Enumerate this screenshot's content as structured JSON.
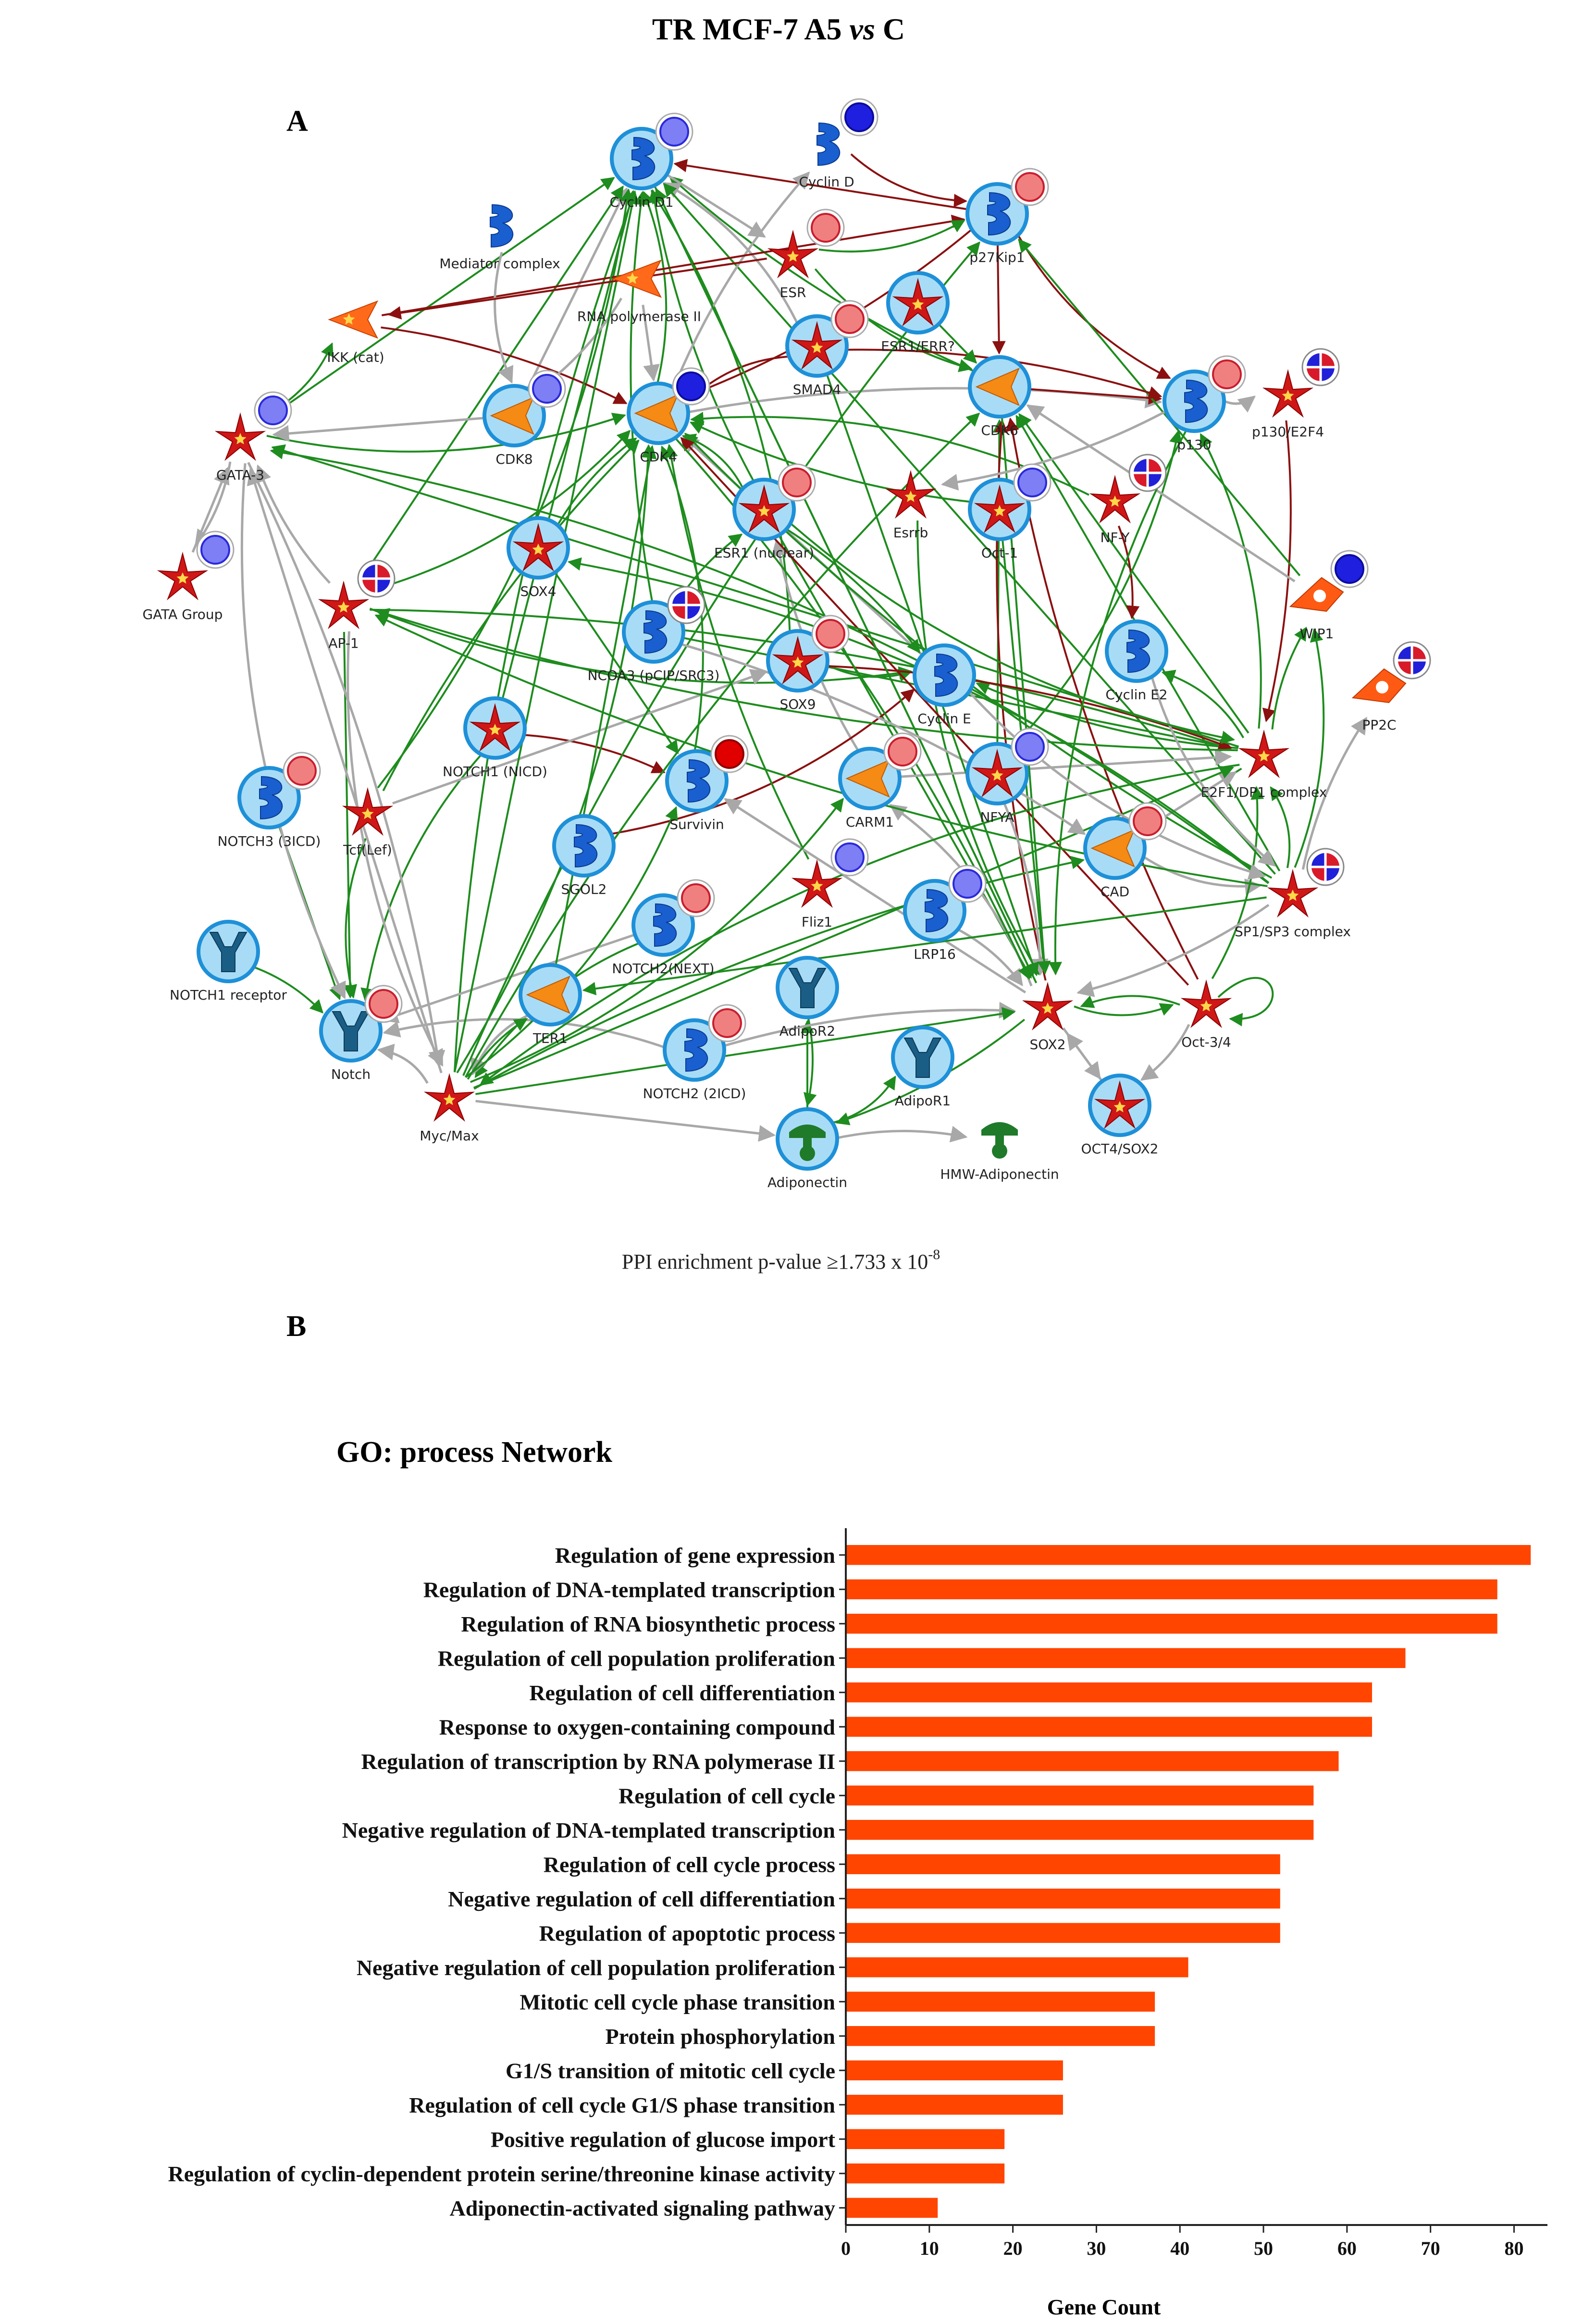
{
  "title": {
    "main": "TR MCF-7 A5 ",
    "vs": "vs",
    "tail": " C"
  },
  "panel_a": {
    "label": "A",
    "caption_text": "PPI enrichment p-value ≥1.733 x 10",
    "caption_sup": "-8",
    "nodes": [
      {
        "id": "cyclin-d1",
        "label": "Cyclin D1",
        "shape": "receptor",
        "status": "light-blue"
      },
      {
        "id": "cyclin-d",
        "label": "Cyclin D",
        "shape": "receptor",
        "status": "blue"
      },
      {
        "id": "p27kip1",
        "label": "p27Kip1",
        "shape": "receptor",
        "status": "red"
      },
      {
        "id": "mediator-complex",
        "label": "Mediator complex",
        "shape": "receptor",
        "status": "none"
      },
      {
        "id": "esr",
        "label": "ESR",
        "shape": "tf",
        "status": "red"
      },
      {
        "id": "rna-polymerase-ii",
        "label": "RNA polymerase II",
        "shape": "enzyme",
        "status": "none"
      },
      {
        "id": "esr1-errr",
        "label": "ESR1/ERR?",
        "shape": "tf",
        "status": "none"
      },
      {
        "id": "ikk-cat",
        "label": "IKK (cat)",
        "shape": "enzyme",
        "status": "none"
      },
      {
        "id": "smad4",
        "label": "SMAD4",
        "shape": "tf",
        "status": "red"
      },
      {
        "id": "cdk4",
        "label": "CDK4",
        "shape": "kinase",
        "status": "blue"
      },
      {
        "id": "cdk6",
        "label": "CDK6",
        "shape": "kinase",
        "status": "none"
      },
      {
        "id": "p130",
        "label": "p130",
        "shape": "receptor",
        "status": "red"
      },
      {
        "id": "p130-e2f4",
        "label": "p130/E2F4",
        "shape": "tf",
        "status": "mixed"
      },
      {
        "id": "cdk8",
        "label": "CDK8",
        "shape": "kinase",
        "status": "light-blue"
      },
      {
        "id": "gata-3",
        "label": "GATA-3",
        "shape": "tf",
        "status": "light-blue"
      },
      {
        "id": "esr1-nuclear",
        "label": "ESR1 (nuclear)",
        "shape": "tf",
        "status": "red"
      },
      {
        "id": "esrrb",
        "label": "Esrrb",
        "shape": "tf",
        "status": "none"
      },
      {
        "id": "oct-1",
        "label": "Oct-1",
        "shape": "tf",
        "status": "light-blue"
      },
      {
        "id": "nf-y",
        "label": "NF-Y",
        "shape": "tf",
        "status": "mixed"
      },
      {
        "id": "gata-group",
        "label": "GATA Group",
        "shape": "tf",
        "status": "light-blue"
      },
      {
        "id": "sox4",
        "label": "SOX4",
        "shape": "tf",
        "status": "none"
      },
      {
        "id": "ap-1",
        "label": "AP-1",
        "shape": "tf",
        "status": "mixed"
      },
      {
        "id": "ncoa3",
        "label": "NCOA3 (pCIP/SRC3)",
        "shape": "receptor",
        "status": "mixed"
      },
      {
        "id": "sox9",
        "label": "SOX9",
        "shape": "tf",
        "status": "red"
      },
      {
        "id": "cyclin-e",
        "label": "Cyclin E",
        "shape": "receptor",
        "status": "none"
      },
      {
        "id": "cyclin-e2",
        "label": "Cyclin E2",
        "shape": "receptor",
        "status": "none"
      },
      {
        "id": "wip1",
        "label": "WIP1",
        "shape": "phosphatase",
        "status": "blue"
      },
      {
        "id": "pp2c",
        "label": "PP2C",
        "shape": "phosphatase",
        "status": "mixed"
      },
      {
        "id": "notch1-nicd",
        "label": "NOTCH1 (NICD)",
        "shape": "tf",
        "status": "none"
      },
      {
        "id": "notch3-3icd",
        "label": "NOTCH3 (3ICD)",
        "shape": "receptor",
        "status": "red"
      },
      {
        "id": "tcf-lef",
        "label": "Tcf(Lef)",
        "shape": "tf",
        "status": "none"
      },
      {
        "id": "survivin",
        "label": "Survivin",
        "shape": "receptor",
        "status": "dark-red"
      },
      {
        "id": "carm1",
        "label": "CARM1",
        "shape": "kinase",
        "status": "red"
      },
      {
        "id": "nfya",
        "label": "NFYA",
        "shape": "tf",
        "status": "light-blue"
      },
      {
        "id": "e2f1-dp1",
        "label": "E2F1/DP1 complex",
        "shape": "tf",
        "status": "none"
      },
      {
        "id": "sgol2",
        "label": "SGOL2",
        "shape": "receptor",
        "status": "none"
      },
      {
        "id": "fliz1",
        "label": "Fliz1",
        "shape": "tf",
        "status": "light-blue"
      },
      {
        "id": "cad",
        "label": "CAD",
        "shape": "kinase",
        "status": "red"
      },
      {
        "id": "sp1-sp3",
        "label": "SP1/SP3 complex",
        "shape": "tf",
        "status": "mixed"
      },
      {
        "id": "notch1-receptor",
        "label": "NOTCH1 receptor",
        "shape": "ychain",
        "status": "none"
      },
      {
        "id": "notch2-next",
        "label": "NOTCH2(NEXT)",
        "shape": "receptor",
        "status": "red"
      },
      {
        "id": "lrp16",
        "label": "LRP16",
        "shape": "receptor",
        "status": "light-blue"
      },
      {
        "id": "ter1",
        "label": "TER1",
        "shape": "kinase",
        "status": "none"
      },
      {
        "id": "adipor2",
        "label": "AdipoR2",
        "shape": "ychain",
        "status": "none"
      },
      {
        "id": "sox2",
        "label": "SOX2",
        "shape": "tf",
        "status": "none"
      },
      {
        "id": "oct-3-4",
        "label": "Oct-3/4",
        "shape": "tf",
        "status": "none"
      },
      {
        "id": "notch",
        "label": "Notch",
        "shape": "ychain",
        "status": "red"
      },
      {
        "id": "notch2-2icd",
        "label": "NOTCH2 (2ICD)",
        "shape": "receptor",
        "status": "red"
      },
      {
        "id": "adipor1",
        "label": "AdipoR1",
        "shape": "ychain",
        "status": "none"
      },
      {
        "id": "oct4-sox2",
        "label": "OCT4/SOX2",
        "shape": "tf",
        "status": "none"
      },
      {
        "id": "myc-max",
        "label": "Myc/Max",
        "shape": "tf",
        "status": "none"
      },
      {
        "id": "adiponectin",
        "label": "Adiponectin",
        "shape": "ligand",
        "status": "none"
      },
      {
        "id": "hmw-adiponectin",
        "label": "HMW-Adiponectin",
        "shape": "ligand",
        "status": "none"
      }
    ],
    "edges": [
      [
        "cdk4",
        "cyclin-d1",
        "green"
      ],
      [
        "cdk6",
        "cyclin-d1",
        "green"
      ],
      [
        "cdk8",
        "cyclin-d1",
        "gray"
      ],
      [
        "sox9",
        "cyclin-d1",
        "green"
      ],
      [
        "esr1-nuclear",
        "cyclin-d1",
        "green"
      ],
      [
        "ap-1",
        "cyclin-d1",
        "green"
      ],
      [
        "tcf-lef",
        "cyclin-d1",
        "green"
      ],
      [
        "myc-max",
        "cyclin-d1",
        "green"
      ],
      [
        "p27kip1",
        "cyclin-d1",
        "darkred"
      ],
      [
        "smad4",
        "cyclin-d1",
        "gray"
      ],
      [
        "ncoa3",
        "cyclin-d1",
        "green"
      ],
      [
        "sp1-sp3",
        "cyclin-d1",
        "green"
      ],
      [
        "cyclin-d",
        "p27kip1",
        "darkred"
      ],
      [
        "cdk4",
        "cyclin-d",
        "gray"
      ],
      [
        "cyclin-d1",
        "esr",
        "gray"
      ],
      [
        "esr",
        "cdk6",
        "green"
      ],
      [
        "p27kip1",
        "cdk4",
        "darkred"
      ],
      [
        "p27kip1",
        "cdk6",
        "darkred"
      ],
      [
        "p27kip1",
        "p130",
        "darkred"
      ],
      [
        "cdk4",
        "p130",
        "gray"
      ],
      [
        "cdk6",
        "p130",
        "darkred"
      ],
      [
        "p130",
        "p130-e2f4",
        "gray"
      ],
      [
        "p130-e2f4",
        "e2f1-dp1",
        "darkred"
      ],
      [
        "cyclin-e",
        "cdk4",
        "gray"
      ],
      [
        "e2f1-dp1",
        "cyclin-e2",
        "green"
      ],
      [
        "e2f1-dp1",
        "cyclin-e",
        "green"
      ],
      [
        "e2f1-dp1",
        "cdk6",
        "green"
      ],
      [
        "e2f1-dp1",
        "p130",
        "green"
      ],
      [
        "e2f1-dp1",
        "wip1",
        "green"
      ],
      [
        "e2f1-dp1",
        "cad",
        "green"
      ],
      [
        "sp1-sp3",
        "e2f1-dp1",
        "green"
      ],
      [
        "sp1-sp3",
        "cdk4",
        "green"
      ],
      [
        "sp1-sp3",
        "cdk6",
        "green"
      ],
      [
        "sp1-sp3",
        "wip1",
        "green"
      ],
      [
        "sp1-sp3",
        "pp2c",
        "gray"
      ],
      [
        "wip1",
        "p27kip1",
        "green"
      ],
      [
        "gata-3",
        "cdk4",
        "green"
      ],
      [
        "gata-3",
        "gata-group",
        "gray"
      ],
      [
        "gata-3",
        "cyclin-d1",
        "green"
      ],
      [
        "gata-3",
        "ikk-cat",
        "green"
      ],
      [
        "ikk-cat",
        "cdk4",
        "darkred"
      ],
      [
        "ikk-cat",
        "p27kip1",
        "darkred"
      ],
      [
        "mediator-complex",
        "cdk8",
        "gray"
      ],
      [
        "rna-polymerase-ii",
        "cdk8",
        "gray"
      ],
      [
        "rna-polymerase-ii",
        "cdk4",
        "gray"
      ],
      [
        "smad4",
        "cdk4",
        "darkred"
      ],
      [
        "smad4",
        "p130",
        "darkred"
      ],
      [
        "esr1-errr",
        "cdk6",
        "green"
      ],
      [
        "esr1-nuclear",
        "cdk4",
        "green"
      ],
      [
        "esr1-nuclear",
        "cyclin-e",
        "green"
      ],
      [
        "esr1-nuclear",
        "sox2",
        "green"
      ],
      [
        "esrrb",
        "sox2",
        "green"
      ],
      [
        "oct-1",
        "cdk4",
        "green"
      ],
      [
        "oct-1",
        "sox2",
        "green"
      ],
      [
        "nf-y",
        "cdk4",
        "green"
      ],
      [
        "nf-y",
        "cyclin-e2",
        "darkred"
      ],
      [
        "nfya",
        "cdk6",
        "green"
      ],
      [
        "nfya",
        "p130",
        "green"
      ],
      [
        "sox4",
        "cdk4",
        "green"
      ],
      [
        "sox4",
        "survivin",
        "green"
      ],
      [
        "ap-1",
        "cdk4",
        "green"
      ],
      [
        "ap-1",
        "e2f1-dp1",
        "green"
      ],
      [
        "ap-1",
        "notch",
        "green"
      ],
      [
        "ap-1",
        "cyclin-e",
        "green"
      ],
      [
        "ncoa3",
        "esr1-nuclear",
        "green"
      ],
      [
        "ncoa3",
        "e2f1-dp1",
        "green"
      ],
      [
        "sox9",
        "cyclin-e",
        "green"
      ],
      [
        "sox9",
        "e2f1-dp1",
        "darkred"
      ],
      [
        "notch1-nicd",
        "cyclin-d1",
        "green"
      ],
      [
        "notch1-nicd",
        "notch",
        "green"
      ],
      [
        "notch1-nicd",
        "survivin",
        "darkred"
      ],
      [
        "notch3-3icd",
        "notch",
        "green"
      ],
      [
        "tcf-lef",
        "notch",
        "green"
      ],
      [
        "tcf-lef",
        "cdk4",
        "green"
      ],
      [
        "tcf-lef",
        "sox9",
        "gray"
      ],
      [
        "survivin",
        "cdk4",
        "green"
      ],
      [
        "carm1",
        "esr1-nuclear",
        "gray"
      ],
      [
        "carm1",
        "e2f1-dp1",
        "gray"
      ],
      [
        "sgol2",
        "cyclin-e",
        "darkred"
      ],
      [
        "fliz1",
        "cdk4",
        "green"
      ],
      [
        "cad",
        "e2f1-dp1",
        "gray"
      ],
      [
        "cad",
        "sp1-sp3",
        "gray"
      ],
      [
        "notch1-receptor",
        "notch",
        "green"
      ],
      [
        "notch2-next",
        "notch",
        "gray"
      ],
      [
        "notch2-next",
        "myc-max",
        "green"
      ],
      [
        "lrp16",
        "sox2",
        "gray"
      ],
      [
        "ter1",
        "cdk4",
        "green"
      ],
      [
        "ter1",
        "myc-max",
        "gray"
      ],
      [
        "adipor2",
        "adiponectin",
        "green"
      ],
      [
        "adiponectin",
        "adipor2",
        "green"
      ],
      [
        "adiponectin",
        "adipor1",
        "green"
      ],
      [
        "adiponectin",
        "hmw-adiponectin",
        "gray"
      ],
      [
        "sox2",
        "cyclin-d1",
        "green"
      ],
      [
        "sox2",
        "oct-3-4",
        "green"
      ],
      [
        "sox2",
        "cdk6",
        "darkred"
      ],
      [
        "sox2",
        "survivin",
        "gray"
      ],
      [
        "sox2",
        "carm1",
        "gray"
      ],
      [
        "sox2",
        "adiponectin",
        "green"
      ],
      [
        "sox2",
        "oct4-sox2",
        "gray"
      ],
      [
        "oct-3-4",
        "sox2",
        "green"
      ],
      [
        "oct-3-4",
        "oct4-sox2",
        "gray"
      ],
      [
        "oct-3-4",
        "cdk4",
        "darkred"
      ],
      [
        "oct-3-4",
        "e2f1-dp1",
        "green"
      ],
      [
        "oct-3-4",
        "cdk6",
        "darkred"
      ],
      [
        "oct4-sox2",
        "sox2",
        "gray"
      ],
      [
        "notch2-2icd",
        "notch",
        "gray"
      ],
      [
        "notch2-2icd",
        "sox2",
        "gray"
      ],
      [
        "myc-max",
        "cyclin-d1",
        "green"
      ],
      [
        "myc-max",
        "cdk4",
        "green"
      ],
      [
        "myc-max",
        "cdk6",
        "green"
      ],
      [
        "myc-max",
        "e2f1-dp1",
        "green"
      ],
      [
        "myc-max",
        "survivin",
        "green"
      ],
      [
        "myc-max",
        "ter1",
        "green"
      ],
      [
        "myc-max",
        "sox2",
        "green"
      ],
      [
        "myc-max",
        "carm1",
        "green"
      ],
      [
        "myc-max",
        "cad",
        "green"
      ],
      [
        "myc-max",
        "adiponectin",
        "gray"
      ],
      [
        "myc-max",
        "notch",
        "gray"
      ],
      [
        "myc-max",
        "p27kip1",
        "green"
      ],
      [
        "myc-max",
        "gata-3",
        "gray"
      ],
      [
        "e2f1-dp1",
        "myc-max",
        "green"
      ],
      [
        "e2f1-dp1",
        "ap-1",
        "green"
      ],
      [
        "e2f1-dp1",
        "gata-3",
        "green"
      ],
      [
        "sp1-sp3",
        "gata-3",
        "green"
      ],
      [
        "sp1-sp3",
        "sox2",
        "gray"
      ],
      [
        "sp1-sp3",
        "ter1",
        "green"
      ],
      [
        "sp1-sp3",
        "sox4",
        "green"
      ],
      [
        "sp1-sp3",
        "ap-1",
        "green"
      ],
      [
        "wip1",
        "cdk6",
        "gray"
      ],
      [
        "cyclin-e2",
        "sp1-sp3",
        "gray"
      ],
      [
        "nfya",
        "sox2",
        "gray"
      ],
      [
        "cdk8",
        "gata-3",
        "gray"
      ],
      [
        "gata-3",
        "notch",
        "gray"
      ],
      [
        "gata-3",
        "myc-max",
        "gray"
      ],
      [
        "gata-group",
        "gata-3",
        "gray"
      ],
      [
        "ap-1",
        "myc-max",
        "gray"
      ],
      [
        "ap-1",
        "gata-3",
        "gray"
      ],
      [
        "esr",
        "ikk-cat",
        "darkred"
      ],
      [
        "esr",
        "p27kip1",
        "green"
      ],
      [
        "cdk4",
        "sox2",
        "green"
      ],
      [
        "cdk6",
        "sox2",
        "green"
      ],
      [
        "p130",
        "sox2",
        "green"
      ],
      [
        "p130",
        "esrrb",
        "gray"
      ],
      [
        "cyclin-d1",
        "sox2",
        "green"
      ],
      [
        "cyclin-e",
        "sp1-sp3",
        "gray"
      ],
      [
        "ncoa3",
        "cad",
        "gray"
      ],
      [
        "smad4",
        "sox2",
        "green"
      ],
      [
        "esr1-nuclear",
        "e2f1-dp1",
        "green"
      ]
    ]
  },
  "panel_b": {
    "label": "B",
    "chart_data": {
      "type": "bar",
      "orientation": "horizontal",
      "title": "GO: process Network",
      "xlabel": "Gene Count",
      "xlim": [
        0,
        84
      ],
      "xticks": [
        0,
        10,
        20,
        30,
        40,
        50,
        60,
        70,
        80
      ],
      "bar_color": "#ff4500",
      "categories": [
        "Regulation of gene expression",
        "Regulation of DNA-templated transcription",
        "Regulation of RNA biosynthetic process",
        "Regulation of cell population proliferation",
        "Regulation of cell differentiation",
        "Response to oxygen-containing compound",
        "Regulation of transcription by RNA polymerase II",
        "Regulation of cell cycle",
        "Negative regulation of DNA-templated transcription",
        "Regulation of cell cycle process",
        "Negative regulation of cell differentiation",
        "Regulation of apoptotic process",
        "Negative regulation of cell population proliferation",
        "Mitotic cell cycle phase transition",
        "Protein phosphorylation",
        "G1/S transition of mitotic cell cycle",
        "Regulation of cell cycle G1/S phase transition",
        "Positive regulation of glucose import",
        "Regulation of cyclin-dependent protein serine/threonine kinase activity",
        "Adiponectin-activated signaling pathway"
      ],
      "values": [
        82,
        78,
        78,
        67,
        63,
        63,
        59,
        56,
        56,
        52,
        52,
        52,
        41,
        37,
        37,
        26,
        26,
        19,
        19,
        11
      ]
    }
  }
}
